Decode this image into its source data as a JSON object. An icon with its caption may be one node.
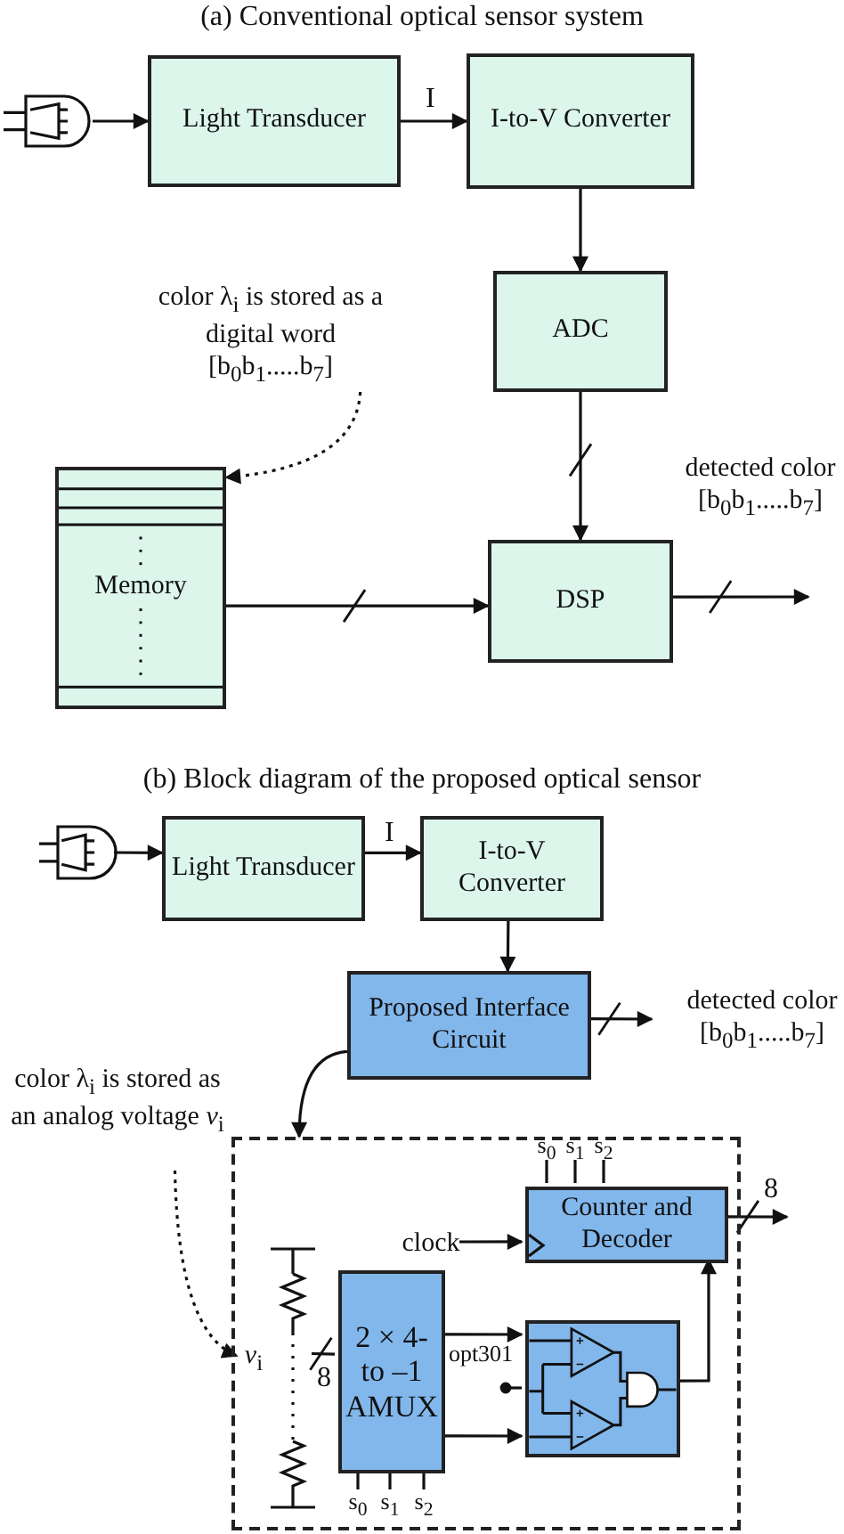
{
  "diagram": {
    "nodes": [
      {
        "text": [],
        "shape": "lamp"
      },
      {
        "text": [
          "Light Transducer"
        ]
      },
      {
        "text": [
          "I-to-V Converter"
        ]
      },
      {
        "text": [
          "ADC"
        ]
      },
      {
        "text": [
          "color λ$_{i}$ is stored as a digital word [b$_{0}$b$_{1}$.....b$_{7}$]"
        ]
      },
      {
        "text": [
          "Memory"
        ]
      },
      {
        "text": [
          "DSP"
        ]
      },
      {
        "text": [],
        "shape": "lamp"
      },
      {
        "text": [
          "Light Transducer"
        ]
      },
      {
        "text": [
          "I-to-V Converter"
        ]
      },
      {
        "text": [
          "Proposed Interface Circuit"
        ]
      },
      {
        "text": [
          "color λ$_{i}$ is stored as an analog voltage *v*$_{i}$"
        ]
      },
      {
        "text": [],
        "shape": "box"
      },
      {
        "text": [
          "Counter and Decoder"
        ],
        "in": 12,
        "beside": [
          "s$_{0}$",
          "s$_{1}$",
          "s$_{2}$"
        ]
      },
      {
        "text": [
          "clock"
        ],
        "in": 12
      },
      {
        "text": [
          "*v*$_{i}$"
        ],
        "in": 12
      },
      {
        "text": [],
        "shape": "resistor",
        "in": 12
      },
      {
        "text": [
          "2 × 4- to –1 AMUX"
        ],
        "in": 12,
        "beside": [
          "s$_{0}$",
          "s$_{1}$",
          "s$_{2}$"
        ]
      },
      {
        "text": [],
        "shape": "box",
        "in": 12,
        "beside": [
          "opt301"
        ]
      }
    ],
    "edges": [
      {
        "from": 0,
        "to": 1,
        "arrow": "to"
      },
      {
        "from": 1,
        "to": 2,
        "arrow": "to",
        "label": "I"
      },
      {
        "from": 2,
        "to": 3,
        "arrow": "to"
      },
      {
        "from": 3,
        "to": 6,
        "arrow": "to"
      },
      {
        "from": 4,
        "to": 5,
        "arrow": "to",
        "style": "dashed"
      },
      {
        "from": 5,
        "to": 6,
        "arrow": "to"
      },
      {
        "from": 6,
        "to": null,
        "arrow": "to"
      },
      {
        "from": 7,
        "to": 8,
        "arrow": "to"
      },
      {
        "from": 8,
        "to": 9,
        "arrow": "to",
        "label": "I"
      },
      {
        "from": 9,
        "to": 10,
        "arrow": "to"
      },
      {
        "from": 10,
        "to": null,
        "arrow": "to"
      },
      {
        "from": 10,
        "to": 12,
        "arrow": "to"
      },
      {
        "from": 11,
        "to": 15,
        "arrow": "to",
        "style": "dashed"
      },
      {
        "from": 16,
        "to": 17,
        "arrow": "none",
        "label": "8"
      },
      {
        "from": 17,
        "to": 18,
        "arrow": "to"
      },
      {
        "from": 17,
        "to": 18,
        "arrow": "to"
      },
      {
        "from": 18,
        "to": 13,
        "arrow": "to"
      },
      {
        "from": 14,
        "to": 13,
        "arrow": "to"
      },
      {
        "from": 13,
        "to": null,
        "arrow": "to",
        "label": "8"
      }
    ],
    "labels": [
      "(a) Conventional optical sensor system",
      "detected color [b$_{0}$b$_{1}$.....b$_{7}$]",
      "(b) Block diagram of the proposed optical sensor",
      "detected color [b$_{0}$b$_{1}$.....b$_{7}$]"
    ]
  }
}
